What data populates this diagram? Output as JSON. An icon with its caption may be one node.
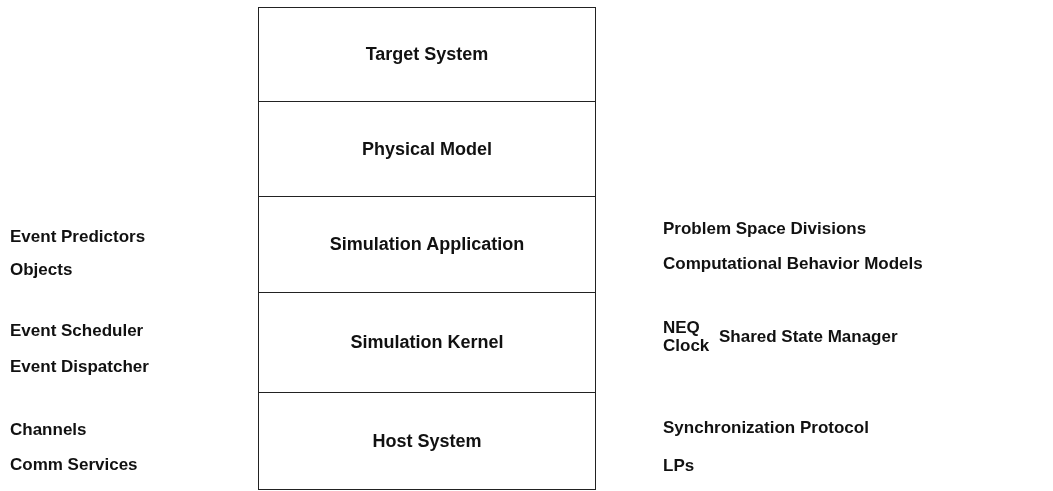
{
  "diagram": {
    "nodes": [
      {
        "text": [
          "Target System"
        ]
      },
      {
        "text": [
          "Physical Model"
        ]
      },
      {
        "text": [
          "Simulation Application"
        ]
      },
      {
        "text": [
          "Simulation Kernel"
        ]
      },
      {
        "text": [
          "Host System"
        ]
      }
    ],
    "labels": [
      "Event Predictors",
      "Objects",
      "Problem Space Divisions",
      "Computational Behavior Models",
      "Event Scheduler",
      "Event Dispatcher",
      "NEQ",
      "Clock",
      "Shared State Manager",
      "Channels",
      "Comm Services",
      "Synchronization Protocol",
      "LPs"
    ]
  }
}
